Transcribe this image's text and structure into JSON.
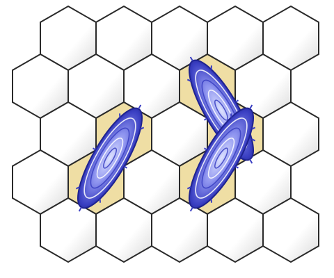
{
  "board": {
    "rows": 5,
    "cols": 5,
    "hex_style": {
      "fill": "#ffffff",
      "stroke": "#2a2a2a",
      "shade": "#d8d8d8"
    },
    "highlight_color": "#efdea4",
    "highlighted_cells": [
      {
        "row": 1,
        "col": 3
      },
      {
        "row": 2,
        "col": 1
      },
      {
        "row": 2,
        "col": 3
      },
      {
        "row": 3,
        "col": 1
      },
      {
        "row": 3,
        "col": 3
      }
    ],
    "pieces": [
      {
        "name": "portal-left",
        "icon": "swirl-portal-icon",
        "cells": [
          {
            "row": 2,
            "col": 1
          },
          {
            "row": 3,
            "col": 1
          }
        ]
      },
      {
        "name": "portal-right-top",
        "icon": "swirl-portal-icon",
        "cells": [
          {
            "row": 1,
            "col": 3
          },
          {
            "row": 2,
            "col": 3
          }
        ]
      },
      {
        "name": "portal-right-bottom",
        "icon": "swirl-portal-icon",
        "cells": [
          {
            "row": 2,
            "col": 3
          },
          {
            "row": 3,
            "col": 3
          }
        ]
      }
    ],
    "portal_colors": {
      "core": "#dfe4ff",
      "mid": "#8d93ef",
      "edge": "#3a3fc2",
      "rim": "#1f2390"
    }
  }
}
